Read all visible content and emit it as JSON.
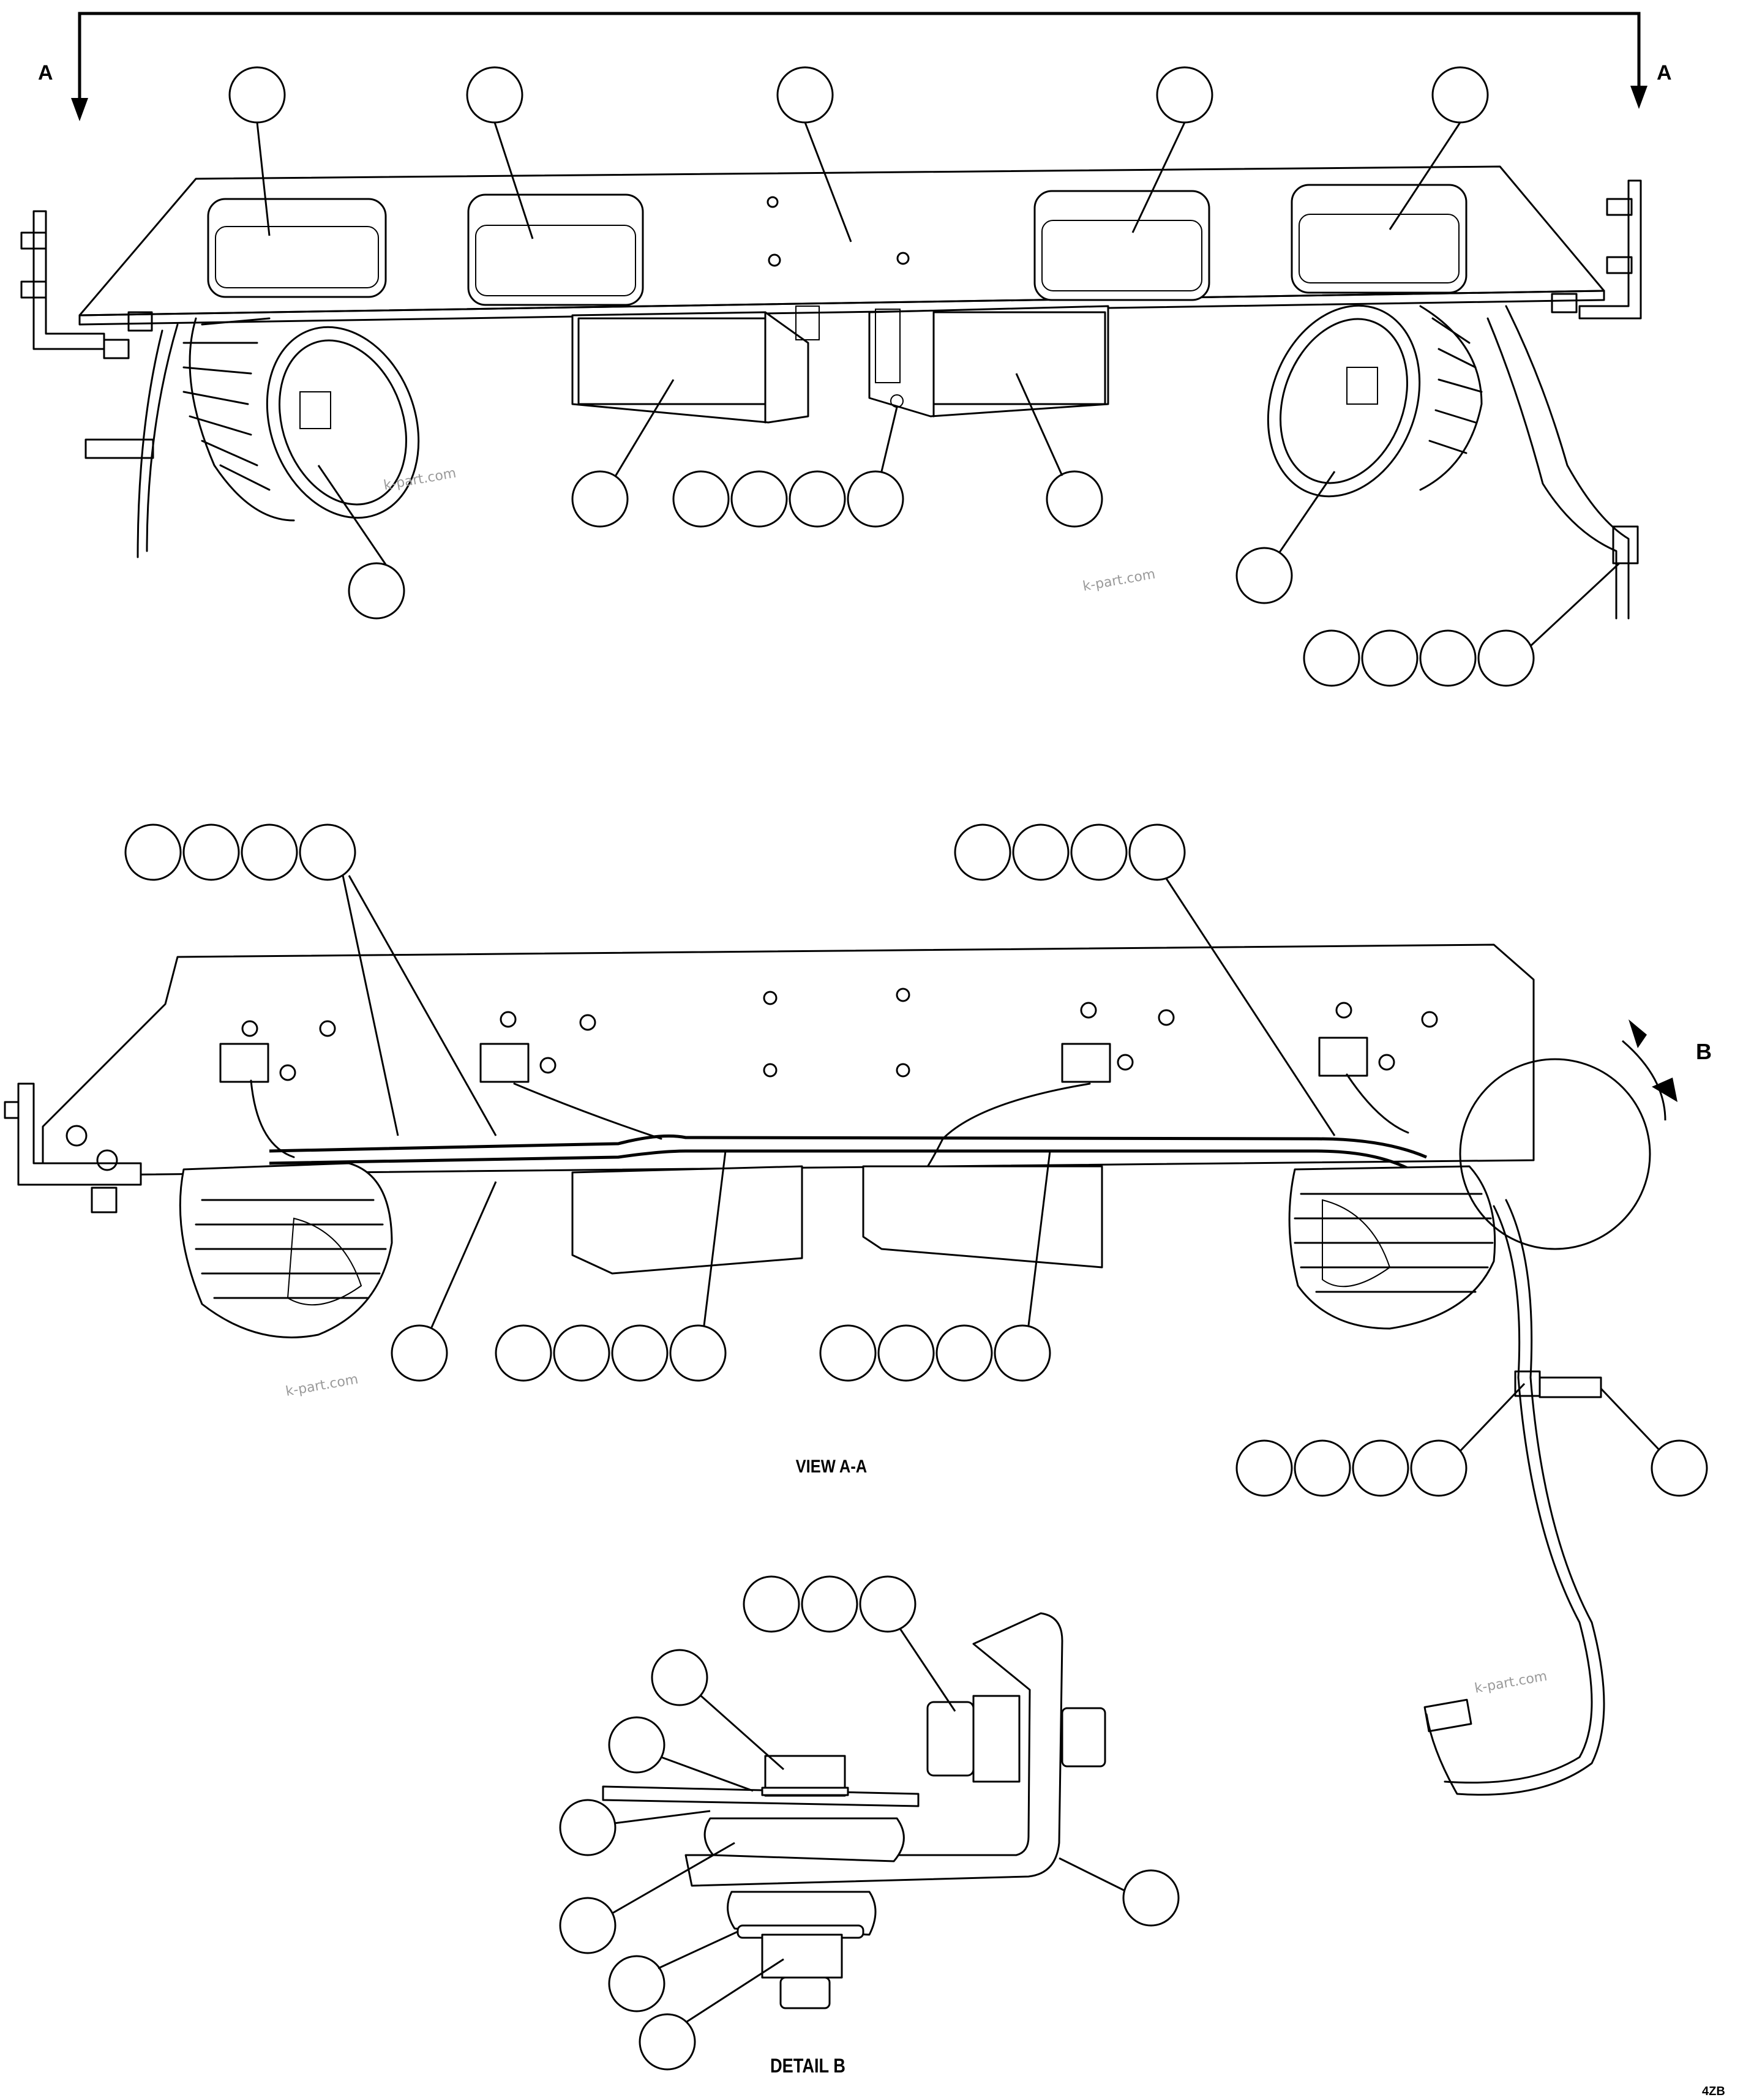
{
  "view_label": "VIEW A-A",
  "detail_label": "DETAIL B",
  "section_marker_left": "A",
  "section_marker_right": "A",
  "detail_marker": "B",
  "figure_code": "4ZB",
  "watermark": "k-part.com"
}
